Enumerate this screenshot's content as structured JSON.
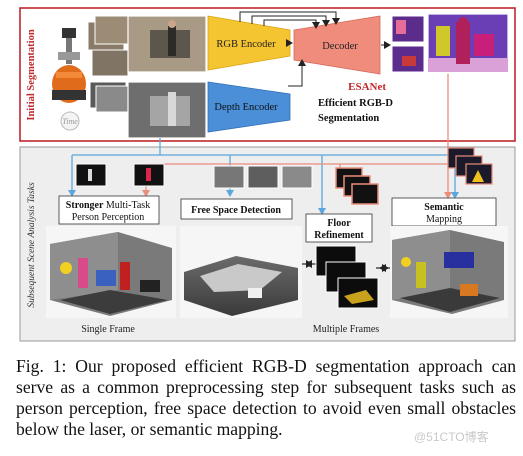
{
  "figure": {
    "top_panel": {
      "side_label": "Initial Segmentation",
      "time_label": "Time",
      "rgb_encoder": "RGB Encoder",
      "depth_encoder": "Depth Encoder",
      "decoder": "Decoder",
      "model_name": "ESANet",
      "model_desc_1": "Efficient RGB-D",
      "model_desc_2": "Segmentation"
    },
    "bottom_panel": {
      "side_label": "Subsequent Scene Analysis Tasks",
      "person_title_bold": "Stronger",
      "person_title_rest": " Multi-Task",
      "person_title_2": "Person Perception",
      "free_space": "Free Space Detection",
      "floor_1": "Floor",
      "floor_2": "Refinement",
      "semantic_1": "Semantic",
      "semantic_2": "Mapping",
      "single_frame": "Single Frame",
      "multiple_frames": "Multiple Frames"
    },
    "colors": {
      "red_frame": "#c0282d",
      "gray_frame": "#9a9a9a",
      "rgb_encoder": "#f5c431",
      "depth_encoder": "#4a8fd8",
      "decoder": "#f08c7c",
      "arrow_blue": "#5aa7df",
      "arrow_red": "#e98d7c",
      "bottom_bg": "#eeeeee"
    }
  },
  "caption": {
    "text": "Fig. 1: Our proposed efficient RGB-D segmentation approach can serve as a common preprocessing step for subsequent tasks such as person perception, free space detection to avoid even small obstacles below the laser, or semantic mapping."
  },
  "watermark": "@51CTO博客"
}
